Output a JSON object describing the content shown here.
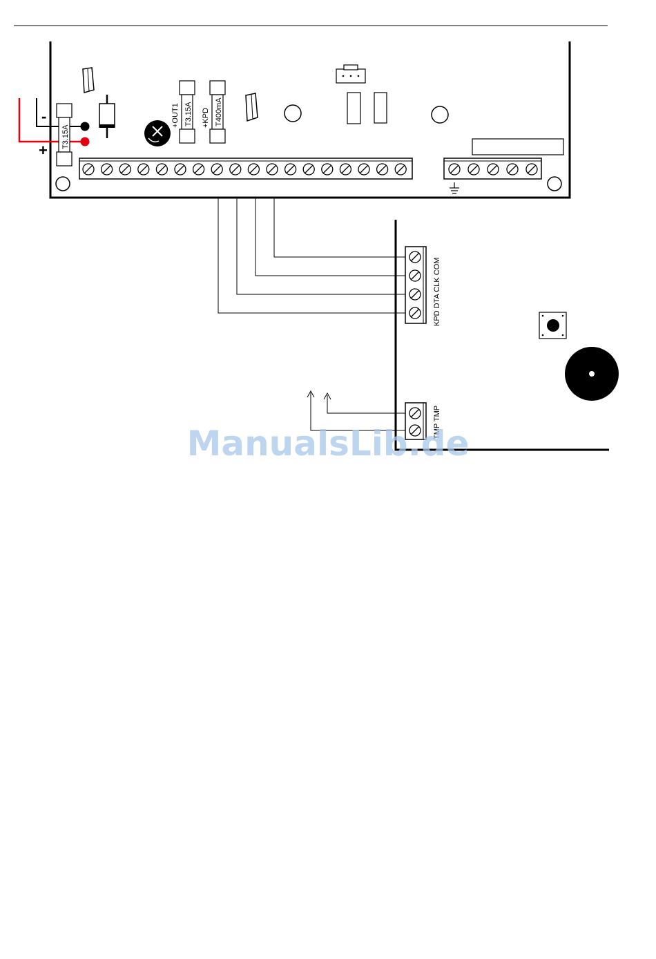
{
  "board": {
    "power_input": {
      "minus_label": "-",
      "plus_label": "+",
      "fuse_label": "T3.15A"
    },
    "fuse_out1": {
      "name_label": "+OUT1",
      "rating_label": "T3.15A"
    },
    "fuse_kpd": {
      "name_label": "+KPD",
      "rating_label": "T400mA"
    },
    "main_terminal_count": 18,
    "right_terminal_count": 5,
    "ground_symbol": "ground-icon"
  },
  "keypad": {
    "bus_labels": "KPD DTA CLK COM",
    "tamper_labels": "TMP TMP"
  },
  "watermark": "ManualsLib.de",
  "colors": {
    "line": "#000000",
    "red_wire": "#e3000f",
    "watermark": "#a9c8ec"
  }
}
